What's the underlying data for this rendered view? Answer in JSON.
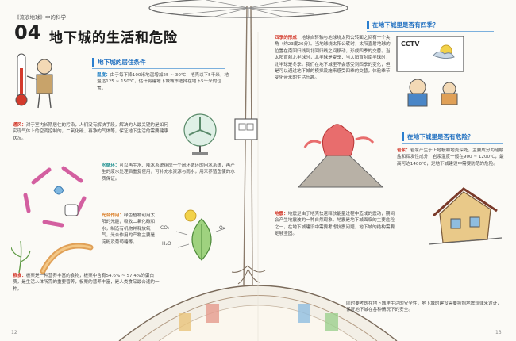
{
  "header": {
    "series_label": "《流浪地球》中的科学",
    "chapter_num": "04",
    "title": "地下城的生活和危险"
  },
  "left": {
    "living_heading": "地下城的居住条件",
    "temperature": {
      "kw": "温度：",
      "text": "由于每下降100米地温增加25 ~ 30℃，地壳以下5千米，地温达125 ~ 150℃，估计将建地下城城市选择在地下5千米的位置。"
    },
    "ventilation": {
      "kw": "通风：",
      "text": "对于室内长期居住的污染，人们没有解决手段，解决的人最关键的是如何实现气体上的空调控制的，二氧化碳、再净的气体等，保证地下生活的需要健康状况。"
    },
    "water": {
      "kw": "水循环：",
      "text": "可以再生水、降水系统组成一个闭环循环的用水系统，再产生的废水处理后重复使用，可补充水资源与雨水，用来养殖鱼使的水质保证。"
    },
    "photosynthesis": {
      "kw": "光合作用：",
      "text": "绿色植物利用太阳的光能，吸收二氧化碳和水，制造有机物并释放氧气，光合作用的产物主要是淀粉及葡萄糖等。"
    },
    "food": {
      "kw": "粮食：",
      "text": "板栗是一种营养丰富的食物，板栗中含有54.6% ~ 57.4%的蛋白质，是生活人体所需的重要营养，板栗的营养丰富，是人类食品最合适的一种。"
    },
    "diagram_labels": {
      "co2": "CO₂",
      "h2o": "H₂O",
      "o2": "O₂"
    }
  },
  "right": {
    "seasons_heading": "在地下城里是否有四季？",
    "seasons": {
      "kw": "四季的形成：",
      "text": "地球自转轴与地球绕太阳公转面之间有一个夹角（约23度26分）。当地球绕太阳公转时，太阳直射地球的位置在南回归线到北回归线之间移动，形成四季的交替。当太阳直射北半球时，北半球是夏季；当太阳直射南半球时，北半球是冬季。我们在地下城里不会感受到四季的变化，但是可以通过地下城的模拟设施来感受四季的交替，体验季节变化带来的生活乐趣。"
    },
    "cctv": "CCTV",
    "danger_heading": "在地下城里是否有危险？",
    "magma": {
      "kw": "岩浆：",
      "text": "岩浆产生于上地幔和地壳深处，主要成分为硅酸盐和挥发性成分，岩浆温度一般在900 ~ 1200℃，最高可达1400℃，是地下城建设中需要防范的危险。"
    },
    "earthquake": {
      "kw": "地震：",
      "text": "地震是由于地壳快速释放能量过程中造成的震动，期间会产生地震波的一种自然现象。地震是地下城面临的主要危险之一，在地下城建设中需要考虑抗震问题，地下城的结构需要足够坚固。"
    },
    "closing": "同时要考虑在地下城里生活的安全性，地下城的建设需要按照地震规律来设计，保证地下城在各种情况下的安全。"
  },
  "page_numbers": {
    "left": "12",
    "right": "13"
  }
}
